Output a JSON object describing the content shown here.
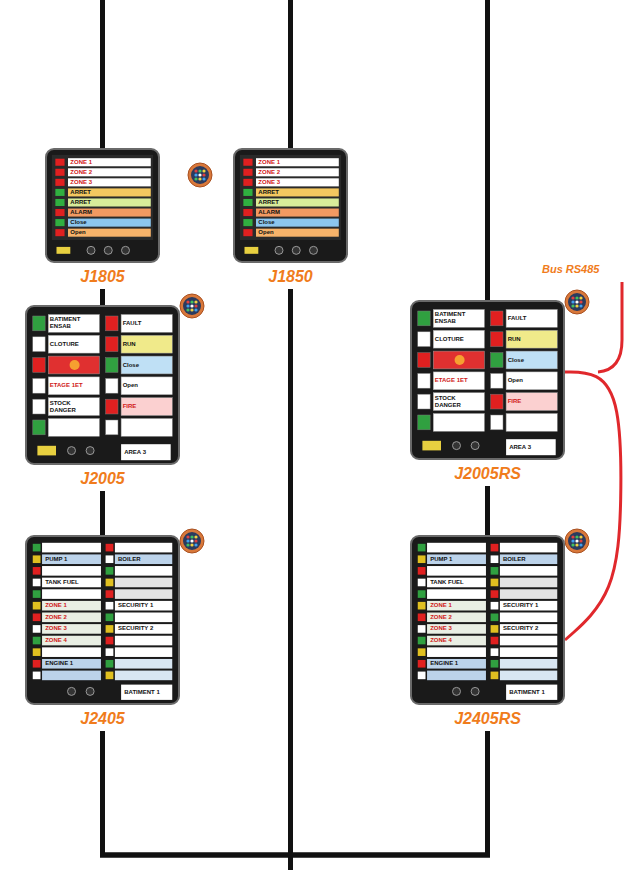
{
  "diagram": {
    "nodes": [
      {
        "text": [
          "J1805"
        ]
      },
      {
        "text": [
          "J1850"
        ]
      },
      {
        "text": [
          "J2005"
        ]
      },
      {
        "text": [
          "J2005RS"
        ]
      },
      {
        "text": [
          "J2405"
        ]
      },
      {
        "text": [
          "J2405RS"
        ]
      }
    ],
    "edges": [
      {
        "from": 0,
        "to": 2,
        "arrow": "none"
      },
      {
        "from": 2,
        "to": 4,
        "arrow": "none"
      },
      {
        "from": 3,
        "to": 5,
        "arrow": "none"
      },
      {
        "from": 3,
        "to": 5,
        "arrow": "none"
      },
      {
        "from": 4,
        "to": 5,
        "arrow": "none"
      },
      {
        "from": 4,
        "to": 1,
        "arrow": "none"
      },
      {
        "from": 5,
        "to": 1,
        "arrow": "none"
      }
    ],
    "labels": [
      "ZONE 1",
      "ZONE 2",
      "ZONE 3",
      "ARRET",
      "ARRET",
      "ALARM",
      "Close",
      "Open",
      "ZONE 1",
      "ZONE 2",
      "ZONE 3",
      "ARRET",
      "ARRET",
      "ALARM",
      "Close",
      "Open",
      "BATIMENT ENSAB",
      "CLOTURE",
      "ETAGE 1ET",
      "STOCK DANGER",
      "FAULT",
      "RUN",
      "Close",
      "Open",
      "FIRE",
      "AREA 3",
      "BATIMENT ENSAB",
      "CLOTURE",
      "ETAGE 1ET",
      "STOCK DANGER",
      "FAULT",
      "RUN",
      "Close",
      "Open",
      "FIRE",
      "AREA 3",
      "PUMP 1",
      "BOILER",
      "TANK FUEL",
      "ZONE 1",
      "ZONE 2",
      "ZONE 3",
      "ZONE 4",
      "SECURITY 1",
      "SECURITY 2",
      "ENGINE 1",
      "BATIMENT 1",
      "PUMP 1",
      "BOILER",
      "TANK FUEL",
      "ZONE 1",
      "ZONE 2",
      "ZONE 3",
      "ZONE 4",
      "SECURITY 1",
      "SECURITY 2",
      "ENGINE 1",
      "BATIMENT 1",
      "Bus RS485"
    ]
  }
}
